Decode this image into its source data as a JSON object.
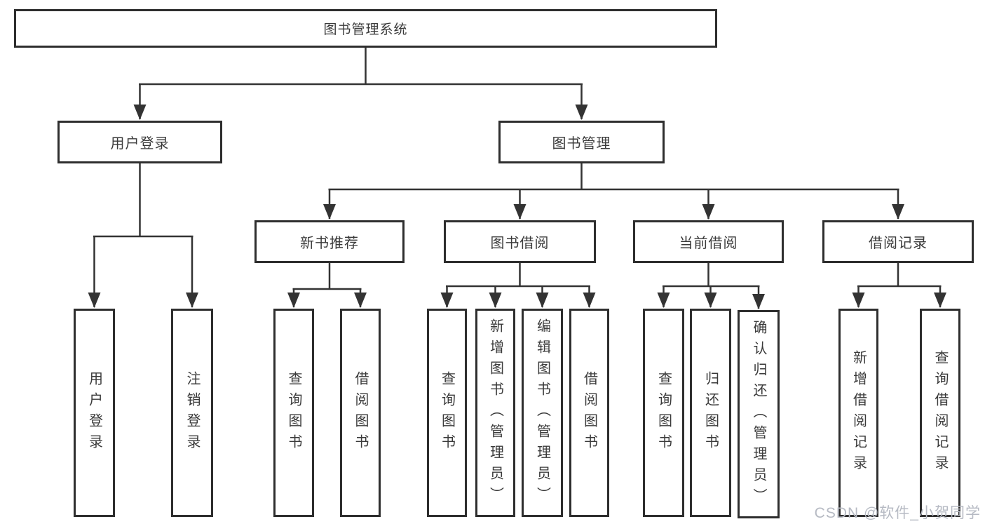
{
  "nodes": {
    "root": "图书管理系统",
    "branches": [
      {
        "label": "用户登录",
        "children": [
          {
            "label": "用户登录"
          },
          {
            "label": "注销登录"
          }
        ]
      },
      {
        "label": "图书管理",
        "children": [
          {
            "label": "新书推荐",
            "children": [
              {
                "label": "查询图书"
              },
              {
                "label": "借阅图书"
              }
            ]
          },
          {
            "label": "图书借阅",
            "children": [
              {
                "label": "查询图书"
              },
              {
                "label": "新增图书（管理员）"
              },
              {
                "label": "编辑图书（管理员）"
              },
              {
                "label": "借阅图书"
              }
            ]
          },
          {
            "label": "当前借阅",
            "children": [
              {
                "label": "查询图书"
              },
              {
                "label": "归还图书"
              },
              {
                "label": "确认归还（管理员）"
              }
            ]
          },
          {
            "label": "借阅记录",
            "children": [
              {
                "label": "新增借阅记录"
              },
              {
                "label": "查询借阅记录"
              }
            ]
          }
        ]
      }
    ]
  },
  "watermark": "CSDN @软件_小贺同学",
  "colors": {
    "line": "#333333",
    "box_border": "#2e2e2e",
    "text": "#3a3a3a",
    "watermark": "#b6bac3",
    "background": "#ffffff"
  }
}
